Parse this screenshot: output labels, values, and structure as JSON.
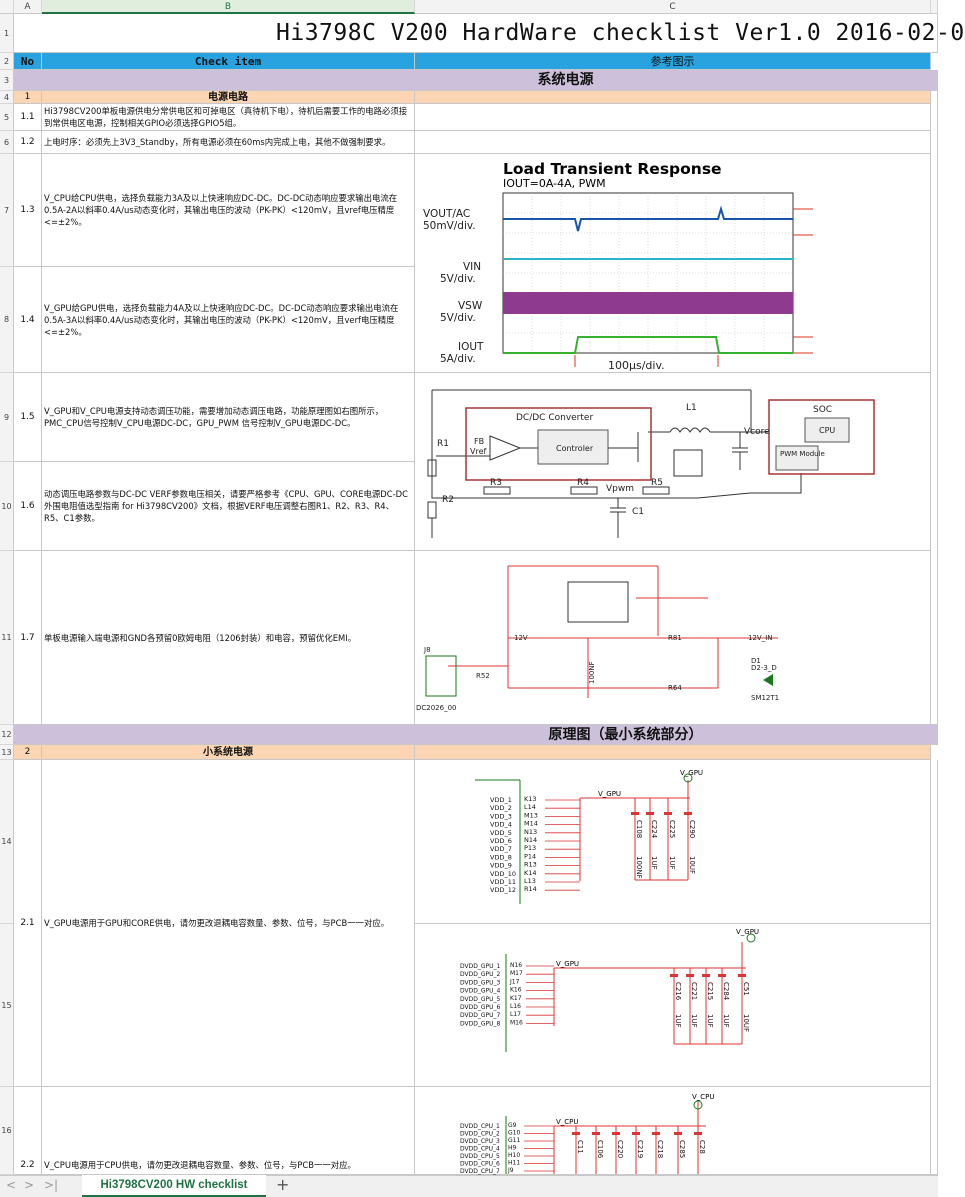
{
  "sheet": {
    "title": "Hi3798C V200 HardWare checklist Ver1.0 2016-02-0",
    "col_headers": [
      "A",
      "B",
      "C"
    ],
    "header": {
      "no": "No",
      "check": "Check item",
      "ref": "参考图示"
    },
    "section1": "系统电源",
    "group1": {
      "no": "1",
      "label": "电源电路"
    },
    "rows": [
      {
        "row": "5",
        "no": "1.1",
        "text": "Hi3798CV200单板电源供电分常供电区和可掉电区（真待机下电），待机后需要工作的电路必须接到常供电区电源，控制相关GPIO必须选择GPIO5组。"
      },
      {
        "row": "6",
        "no": "1.2",
        "text": "上电时序：必须先上3V3_Standby，所有电源必须在60ms内完成上电，其他不做强制要求。"
      },
      {
        "row": "7",
        "no": "1.3",
        "text": "V_CPU给CPU供电，选择负载能力3A及以上快速响应DC-DC。DC-DC动态响应要求输出电流在0.5A-2A以斜率0.4A/us动态变化时，其输出电压的波动（PK-PK）<120mV，且vref电压精度<=±2%。"
      },
      {
        "row": "8",
        "no": "1.4",
        "text": "V_GPU给GPU供电，选择负载能力4A及以上快速响应DC-DC。DC-DC动态响应要求输出电流在0.5A-3A以斜率0.4A/us动态变化时，其输出电压的波动（PK-PK）<120mV，且verf电压精度<=±2%。"
      },
      {
        "row": "9",
        "no": "1.5",
        "text": "V_GPU和V_CPU电源支持动态调压功能，需要增加动态调压电路，功能原理图如右图所示，PMC_CPU信号控制V_CPU电源DC-DC，GPU_PWM 信号控制V_GPU电源DC-DC。"
      },
      {
        "row": "10",
        "no": "1.6",
        "text": "动态调压电路参数与DC-DC VERF参数电压相关，请要严格参考《CPU、GPU、CORE电源DC-DC外围电阻值选型指南 for Hi3798CV200》文档，根据VERF电压调整右图R1、R2、R3、R4、R5、C1参数。"
      },
      {
        "row": "11",
        "no": "1.7",
        "text": "单板电源输入端电源和GND各预留0欧姆电阻（1206封装）和电容，预留优化EMI。"
      }
    ],
    "section2": "原理图（最小系统部分）",
    "group2": {
      "no": "2",
      "label": "小系统电源"
    },
    "rows2": [
      {
        "row": "14",
        "no": "2.1",
        "text": "V_GPU电源用于GPU和CORE供电，请勿更改退耦电容数量、参数、位号，与PCB一一对应。"
      },
      {
        "row": "16",
        "no": "2.2",
        "text": "V_CPU电源用于CPU供电，请勿更改退耦电容数量、参数、位号，与PCB一一对应。"
      }
    ]
  },
  "figures": {
    "transient": {
      "title": "Load Transient Response",
      "subtitle": "IOUT=0A-4A, PWM",
      "ch1": "VOUT/AC",
      "ch1s": "50mV/div.",
      "ch2": "VIN",
      "ch2s": "5V/div.",
      "ch3": "VSW",
      "ch3s": "5V/div.",
      "ch4": "IOUT",
      "ch4s": "5A/div.",
      "time": "100μs/div."
    },
    "dvs": {
      "conv": "DC/DC Converter",
      "ctrl": "Controler",
      "soc": "SOC",
      "cpu": "CPU",
      "pwm": "PWM Module",
      "vcore": "Vcore",
      "vpwm": "Vpwm",
      "fb": "FB",
      "vref": "Vref",
      "l1": "L1",
      "r1": "R1",
      "r2": "R2",
      "r3": "R3",
      "r4": "R4",
      "r5": "R5",
      "c1": "C1"
    },
    "input": {
      "j": "J8",
      "jpart": "DC2026_00",
      "net": "12V",
      "net2": "12V_IN",
      "r81": "R81",
      "r64": "R64",
      "r52": "R52",
      "c": "100NF",
      "d": "D1",
      "dpart": "D2-3_D",
      "dpart2": "SM12T1"
    },
    "gpu": {
      "net": "V_GPU",
      "pins": [
        "VDD_1",
        "VDD_2",
        "VDD_3",
        "VDD_4",
        "VDD_5",
        "VDD_6",
        "VDD_7",
        "VDD_8",
        "VDD_9",
        "VDD_10",
        "VDD_11",
        "VDD_12"
      ],
      "balls": [
        "K13",
        "L14",
        "M13",
        "M14",
        "N13",
        "N14",
        "P13",
        "P14",
        "R13",
        "K14",
        "L13",
        "R14"
      ],
      "caps": [
        "C108",
        "C224",
        "C225",
        "C290"
      ],
      "vals": [
        "100NF",
        "1UF",
        "1UF",
        "10UF"
      ]
    },
    "gpu2": {
      "pins": [
        "DVDD_GPU_1",
        "DVDD_GPU_2",
        "DVDD_GPU_3",
        "DVDD_GPU_4",
        "DVDD_GPU_5",
        "DVDD_GPU_6",
        "DVDD_GPU_7",
        "DVDD_GPU_8"
      ],
      "balls": [
        "N16",
        "M17",
        "J17",
        "K16",
        "K17",
        "L16",
        "L17",
        "M16"
      ],
      "caps": [
        "C216",
        "C221",
        "C215",
        "C284",
        "C51"
      ],
      "vals": [
        "1UF",
        "1UF",
        "1UF",
        "1UF",
        "10UF"
      ]
    },
    "cpu": {
      "net": "V_CPU",
      "pins": [
        "DVDD_CPU_1",
        "DVDD_CPU_2",
        "DVDD_CPU_3",
        "DVDD_CPU_4",
        "DVDD_CPU_5",
        "DVDD_CPU_6",
        "DVDD_CPU_7"
      ],
      "balls": [
        "G9",
        "G10",
        "G11",
        "H9",
        "H10",
        "H11",
        "J9"
      ],
      "caps": [
        "C11",
        "C106",
        "C220",
        "C219",
        "C218",
        "C285",
        "C28"
      ]
    }
  },
  "tabs": {
    "active": "Hi3798CV200 HW checklist",
    "add": "+"
  }
}
